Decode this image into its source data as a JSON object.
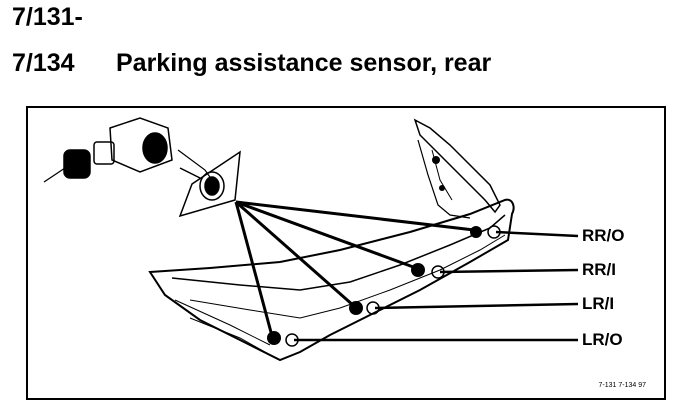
{
  "heading": {
    "line1": "7/131-",
    "line2_number": "7/134",
    "line2_title": "Parking assistance sensor, rear"
  },
  "callouts": [
    {
      "id": "rr-o",
      "label": "RR/O"
    },
    {
      "id": "rr-i",
      "label": "RR/I"
    },
    {
      "id": "lr-i",
      "label": "LR/I"
    },
    {
      "id": "lr-o",
      "label": "LR/O"
    }
  ],
  "figure_code": "7-131 7-134 97",
  "colors": {
    "ink": "#000000",
    "paper": "#ffffff"
  }
}
